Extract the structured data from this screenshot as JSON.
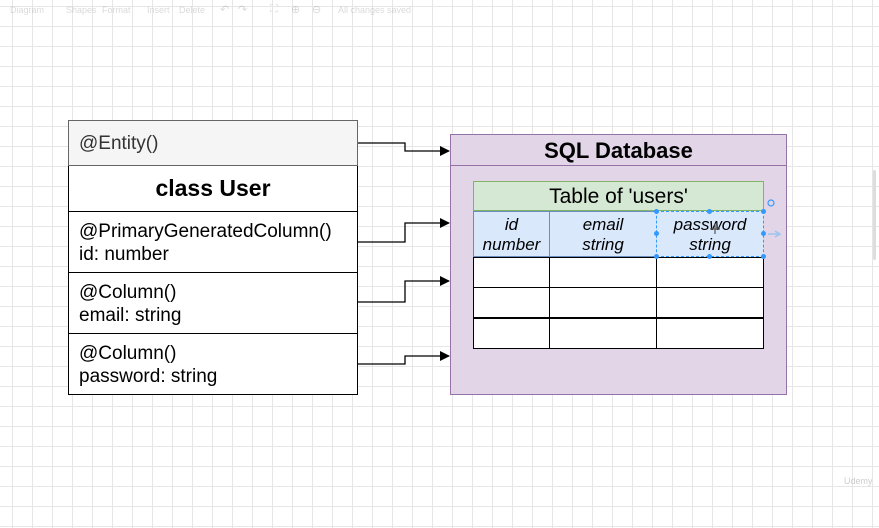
{
  "toolbar": {
    "diagram": "Diagram",
    "shapes": "Shapes",
    "format": "Format",
    "insert": "Insert",
    "delete": "Delete",
    "status": "All changes saved"
  },
  "entity_class": {
    "decorator": "@Entity()",
    "class_name": "class User",
    "fields": [
      {
        "decorator": "@PrimaryGeneratedColumn()",
        "declaration": "id: number"
      },
      {
        "decorator": "@Column()",
        "declaration": "email: string"
      },
      {
        "decorator": "@Column()",
        "declaration": "password: string"
      }
    ]
  },
  "database": {
    "title": "SQL Database",
    "table_title": "Table of 'users'",
    "columns": [
      {
        "name": "id",
        "type": "number"
      },
      {
        "name": "email",
        "type": "string"
      },
      {
        "name": "password",
        "type": "string"
      }
    ],
    "empty_rows": 3
  },
  "watermark": "Udemy"
}
